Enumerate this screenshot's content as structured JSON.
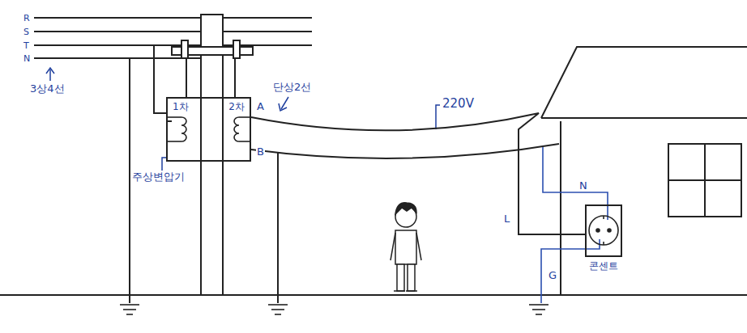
{
  "diagram": {
    "nodes": [
      {
        "text": [
          "1차",
          "2차"
        ]
      },
      {
        "text": [
          "콘센트"
        ]
      }
    ],
    "edges": [
      {
        "from": 0,
        "to": 1,
        "arrow": "none",
        "label": "220V"
      }
    ],
    "labels": [
      "R",
      "S",
      "T",
      "N",
      "3상4선",
      "단상2선",
      "A",
      "B",
      "주상변압기",
      "L",
      "N",
      "G"
    ]
  }
}
